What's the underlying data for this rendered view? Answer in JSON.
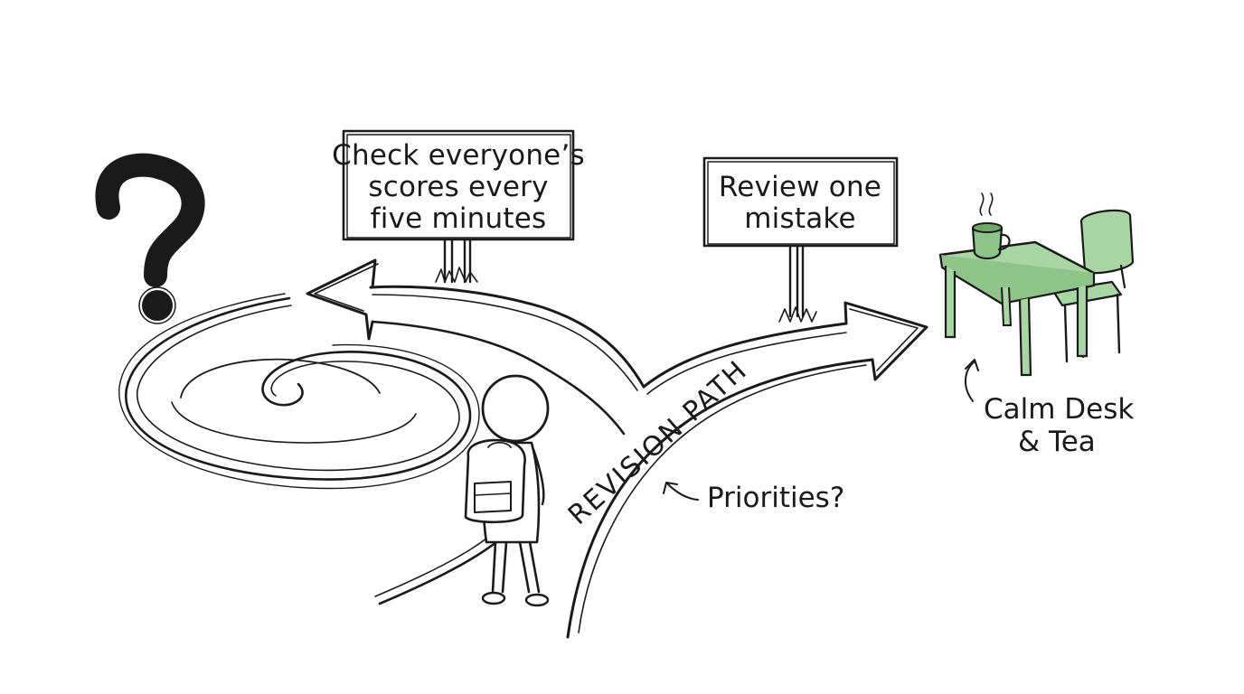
{
  "signs": {
    "left": {
      "lines": [
        "Check everyone’s",
        "scores every",
        "five minutes"
      ]
    },
    "right": {
      "lines": [
        "Review one",
        "mistake"
      ]
    }
  },
  "labels": {
    "path": "REVISION PATH",
    "priorities": "Priorities?",
    "desk": [
      "Calm Desk",
      "& Tea"
    ]
  },
  "icons": {
    "question": "question-mark-icon",
    "spiral": "spiral-icon",
    "student": "student-icon",
    "desk": "desk-icon",
    "chair": "chair-icon",
    "tea": "tea-cup-icon"
  },
  "colors": {
    "ink": "#1a1a1a",
    "desk_green": "#a8d5a3",
    "desk_green_dark": "#4f8a4a"
  }
}
